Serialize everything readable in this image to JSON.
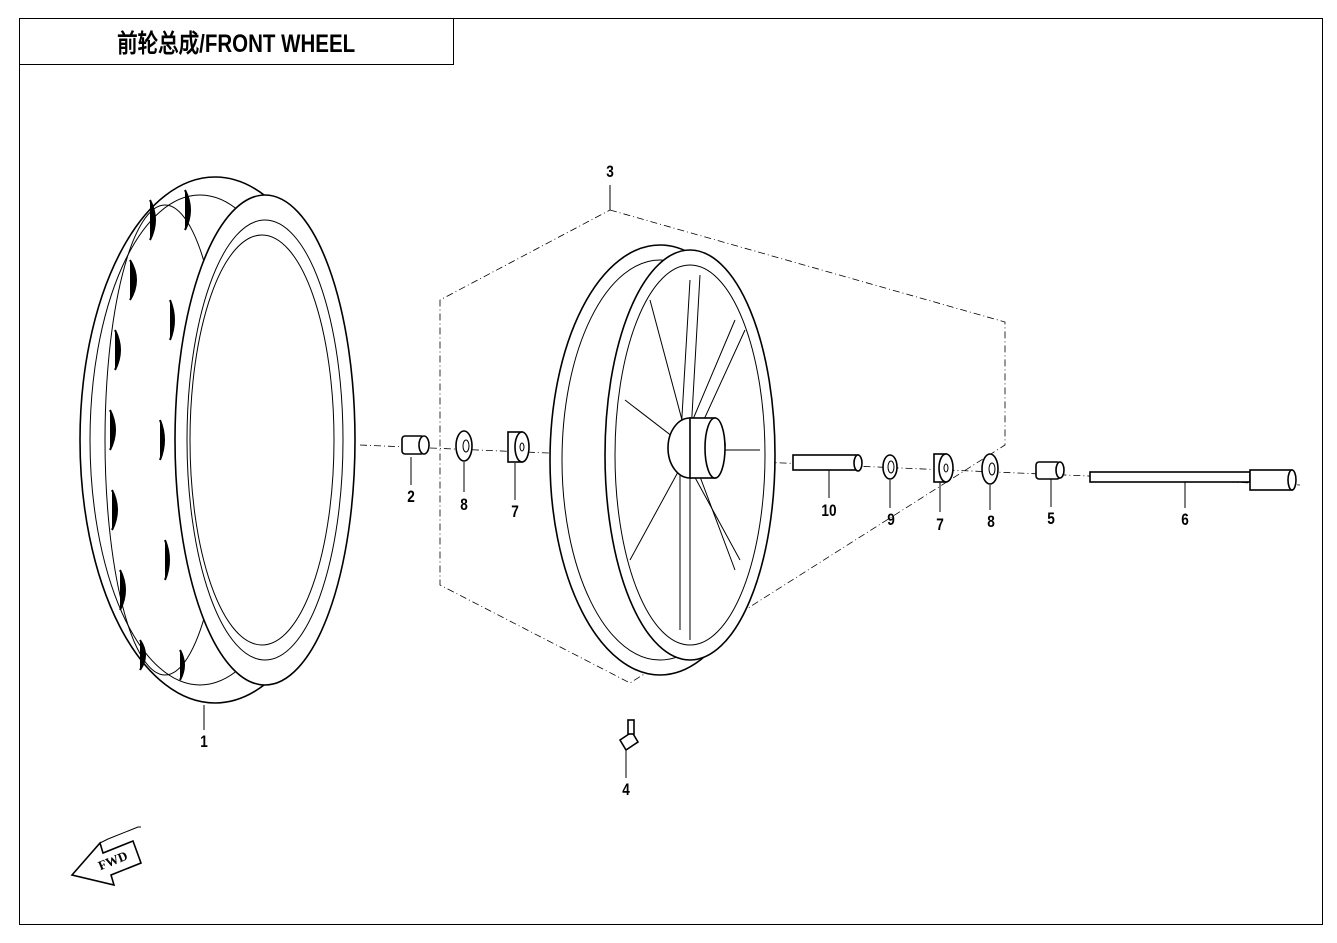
{
  "title": "前轮总成/FRONT WHEEL",
  "fwd_arrow": "FWD",
  "callouts": [
    {
      "id": "tire",
      "label": "1"
    },
    {
      "id": "left-collar",
      "label": "2"
    },
    {
      "id": "wheel-assembly",
      "label": "3"
    },
    {
      "id": "valve",
      "label": "4"
    },
    {
      "id": "right-collar",
      "label": "5"
    },
    {
      "id": "axle",
      "label": "6"
    },
    {
      "id": "left-bearing",
      "label": "7"
    },
    {
      "id": "left-oil-seal",
      "label": "8"
    },
    {
      "id": "right-seal",
      "label": "9"
    },
    {
      "id": "spacer",
      "label": "10"
    },
    {
      "id": "right-bearing",
      "label": "7"
    },
    {
      "id": "right-oil-seal",
      "label": "8"
    }
  ]
}
